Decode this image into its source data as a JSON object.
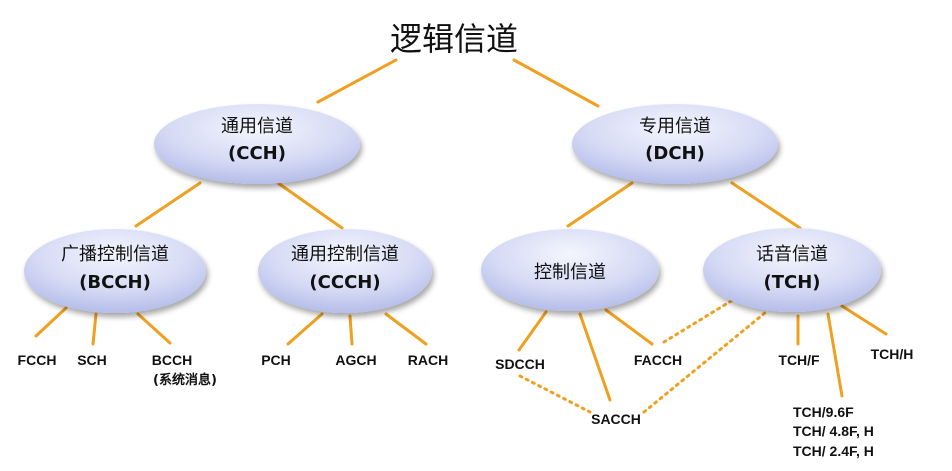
{
  "title": "逻辑信道",
  "nodes": {
    "cch": {
      "label": "通用信道",
      "abbr": "(CCH)"
    },
    "dch": {
      "label": "专用信道",
      "abbr": "(DCH)"
    },
    "bcch": {
      "label": "广播控制信道",
      "abbr": "(BCCH)"
    },
    "ccch": {
      "label": "通用控制信道",
      "abbr": "(CCCH)"
    },
    "ctrl": {
      "label": "控制信道"
    },
    "tch": {
      "label": "话音信道",
      "abbr": "(TCH)"
    }
  },
  "leaves": {
    "fcch": "FCCH",
    "sch": "SCH",
    "bcch": "BCCH",
    "bcch_note": "(系统消息)",
    "pch": "PCH",
    "agch": "AGCH",
    "rach": "RACH",
    "sdcch": "SDCCH",
    "facch": "FACCH",
    "sacch": "SACCH",
    "tch_f": "TCH/F",
    "tch_h": "TCH/H",
    "tch_rates": [
      "TCH/9.6F",
      "TCH/ 4.8F, H",
      "TCH/ 2.4F, H"
    ]
  },
  "colors": {
    "edge": "#f0a020",
    "node_fill_light": "#eef0fb",
    "node_fill_dark": "#bcc4ec"
  }
}
